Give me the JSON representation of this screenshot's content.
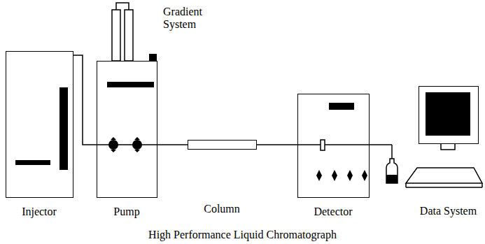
{
  "diagram": {
    "caption": "High Performance Liquid Chromatograph",
    "nodes": [
      {
        "text": [
          "Injector"
        ]
      },
      {
        "text": [
          "Pump"
        ]
      },
      {
        "text": [
          "Column"
        ]
      },
      {
        "text": [
          "Detector"
        ]
      },
      {
        "text": [
          "Data System"
        ]
      }
    ],
    "edges": [
      {
        "from": 0,
        "to": 1,
        "arrow": "none"
      },
      {
        "from": 1,
        "to": 2,
        "arrow": "none"
      },
      {
        "from": 2,
        "to": 3,
        "arrow": "none"
      }
    ],
    "labels": [
      "Gradient System"
    ]
  }
}
